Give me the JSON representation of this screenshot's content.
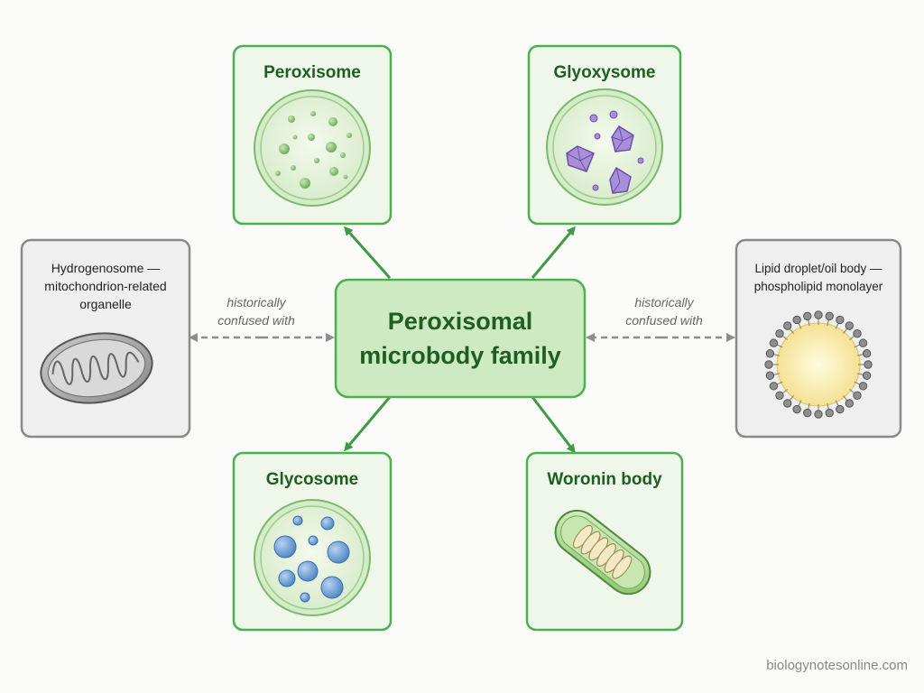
{
  "center": {
    "title_line1": "Peroxisomal",
    "title_line2": "microbody family"
  },
  "members": [
    {
      "name": "Peroxisome"
    },
    {
      "name": "Glyoxysome"
    },
    {
      "name": "Glycosome"
    },
    {
      "name": "Woronin body"
    }
  ],
  "confused": {
    "left": {
      "line1": "Hydrogenosome —",
      "line2": "mitochondrion-related",
      "line3": "organelle",
      "edge_line1": "historically",
      "edge_line2": "confused with"
    },
    "right": {
      "line1": "Lipid droplet/oil body —",
      "line2": "phospholipid monolayer",
      "edge_line1": "historically",
      "edge_line2": "confused with"
    }
  },
  "watermark": "biologynotesonline.com",
  "colors": {
    "green_border": "#4caf50",
    "green_fill": "#eef7ea",
    "center_fill": "#cdeac2",
    "gray_border": "#8a8a8a",
    "gray_fill": "#efefef",
    "arrow_green": "#3f9a44",
    "dash_gray": "#8d8d8d"
  }
}
